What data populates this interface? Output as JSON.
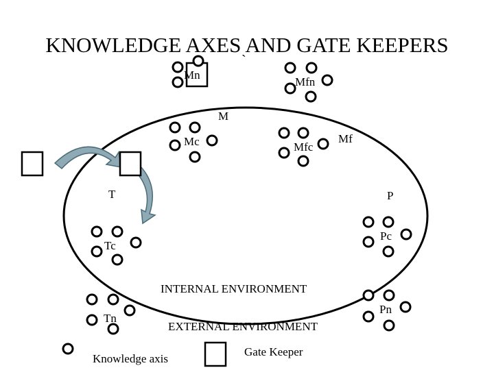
{
  "title": "KNOWLEDGE AXES AND GATE KEEPERS",
  "tick_mark": "`",
  "labels": {
    "mn": "Mn",
    "mfn": "Mfn",
    "m": "M",
    "mc": "Mc",
    "mfc": "Mfc",
    "mf": "Mf",
    "t": "T",
    "p": "P",
    "tc": "Tc",
    "pc": "Pc",
    "tn": "Tn",
    "pn": "Pn"
  },
  "environments": {
    "internal": "INTERNAL ENVIRONMENT",
    "external": "EXTERNAL ENVIRONMENT"
  },
  "legend": {
    "axis_label": "Knowledge axis",
    "gate_label": "Gate Keeper"
  },
  "colors": {
    "stroke": "#000000",
    "arrow_fill": "#8fa9b5",
    "arrow_stroke": "#4a6b78"
  }
}
